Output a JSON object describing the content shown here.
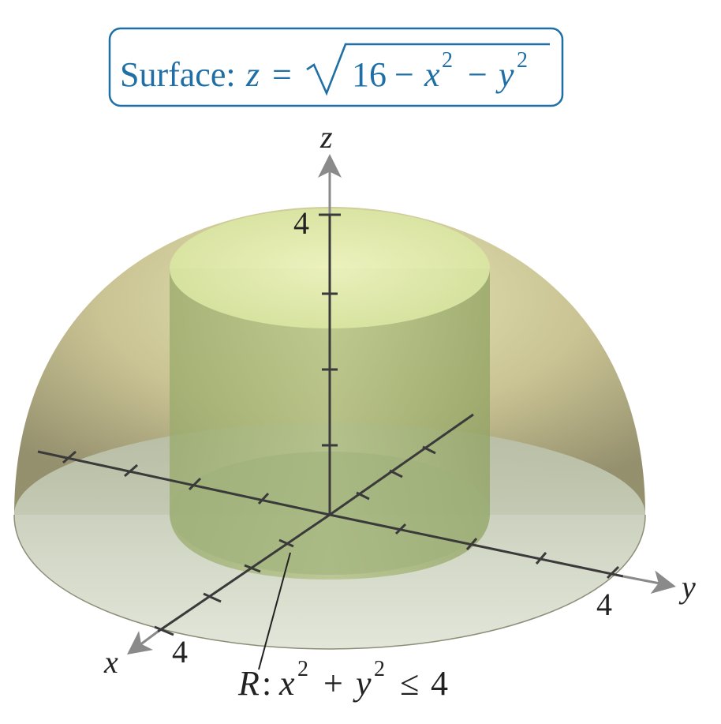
{
  "surface_box": {
    "label": "Surface:",
    "var": "z",
    "equals": "=",
    "radicand": "16 − x² − y²",
    "r_const": "16",
    "minus": "−",
    "x": "x",
    "y": "y",
    "exp": "2",
    "color": "#1f6fa6"
  },
  "axes": {
    "x_label": "x",
    "y_label": "y",
    "z_label": "z",
    "x_tick_label": "4",
    "y_tick_label": "4",
    "z_tick_label": "4"
  },
  "region_label": {
    "prefix": "R:",
    "x": "x",
    "y": "y",
    "exp": "2",
    "plus": "+",
    "leq": "≤",
    "value": "4"
  },
  "colors": {
    "hemisphere_top": "#d8d9a0",
    "hemisphere_side": "#a9a07a",
    "cylinder": "#b8c98c",
    "base": "#c9cfb7",
    "axis": "#3a3a3a"
  }
}
